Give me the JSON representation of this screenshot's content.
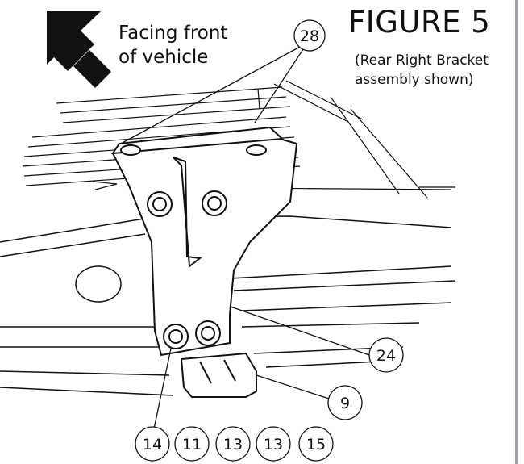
{
  "figure": {
    "title": "FIGURE 5",
    "subtitle_line1": "(Rear Right Bracket",
    "subtitle_line2": "assembly shown)"
  },
  "orientation": {
    "line1": "Facing front",
    "line2": "of vehicle",
    "icon": "direction-arrow-icon"
  },
  "callouts": {
    "c28": "28",
    "c24": "24",
    "c9": "9",
    "c14": "14",
    "c11": "11",
    "c13a": "13",
    "c13b": "13",
    "c15": "15"
  },
  "colors": {
    "line": "#111111",
    "accent_rule": "#9aa3ad",
    "arrow": "#111111"
  }
}
